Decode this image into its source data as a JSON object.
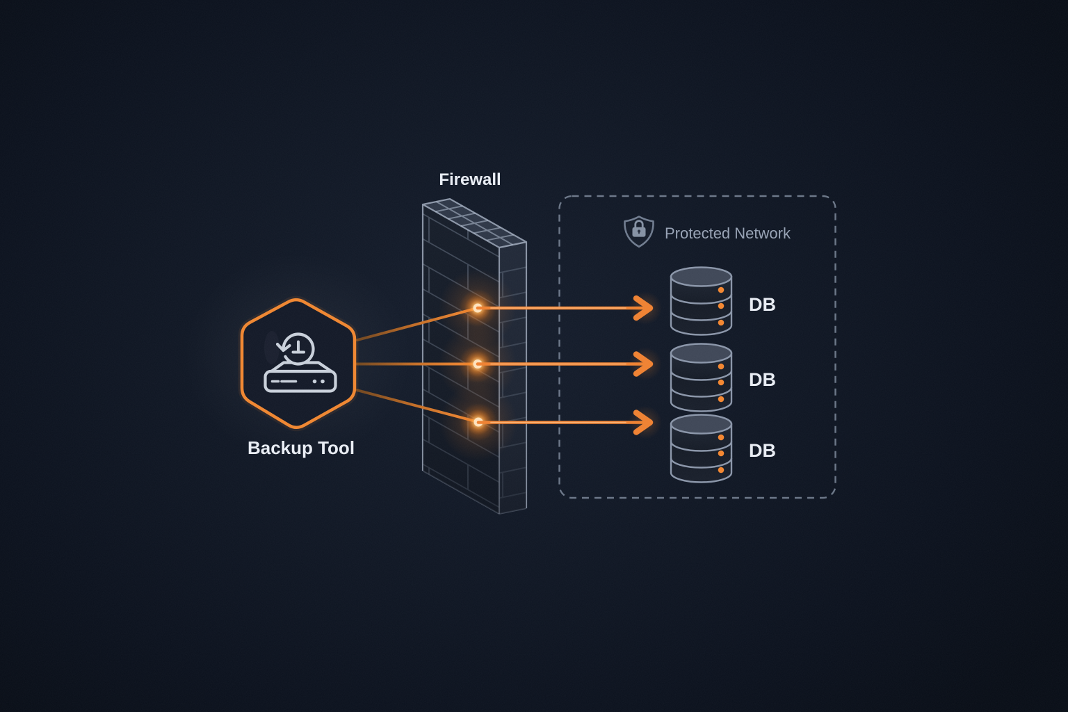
{
  "scene": {
    "type": "architecture-diagram",
    "theme": "dark"
  },
  "colors": {
    "background": "#0b1120",
    "accent_orange": "#f0862f",
    "glow_orange": "#ffb357",
    "text_primary": "#e9edf4",
    "text_muted": "#97a2b4",
    "wall_line": "#9aa6ba",
    "icon_stroke": "#c9d0da",
    "dashed_border": "#7b8799"
  },
  "backup_tool": {
    "label": "Backup Tool",
    "icon": "clock-restore-server-icon"
  },
  "firewall": {
    "label": "Firewall",
    "icon": "brick-wall-3d-icon"
  },
  "protected_network": {
    "label": "Protected Network",
    "icon": "shield-lock-icon",
    "border": "dashed"
  },
  "databases": [
    {
      "label": "DB"
    },
    {
      "label": "DB"
    },
    {
      "label": "DB"
    }
  ],
  "connections": [
    {
      "from": "backup-tool",
      "through": "firewall",
      "to": "db-1"
    },
    {
      "from": "backup-tool",
      "through": "firewall",
      "to": "db-2"
    },
    {
      "from": "backup-tool",
      "through": "firewall",
      "to": "db-3"
    }
  ]
}
